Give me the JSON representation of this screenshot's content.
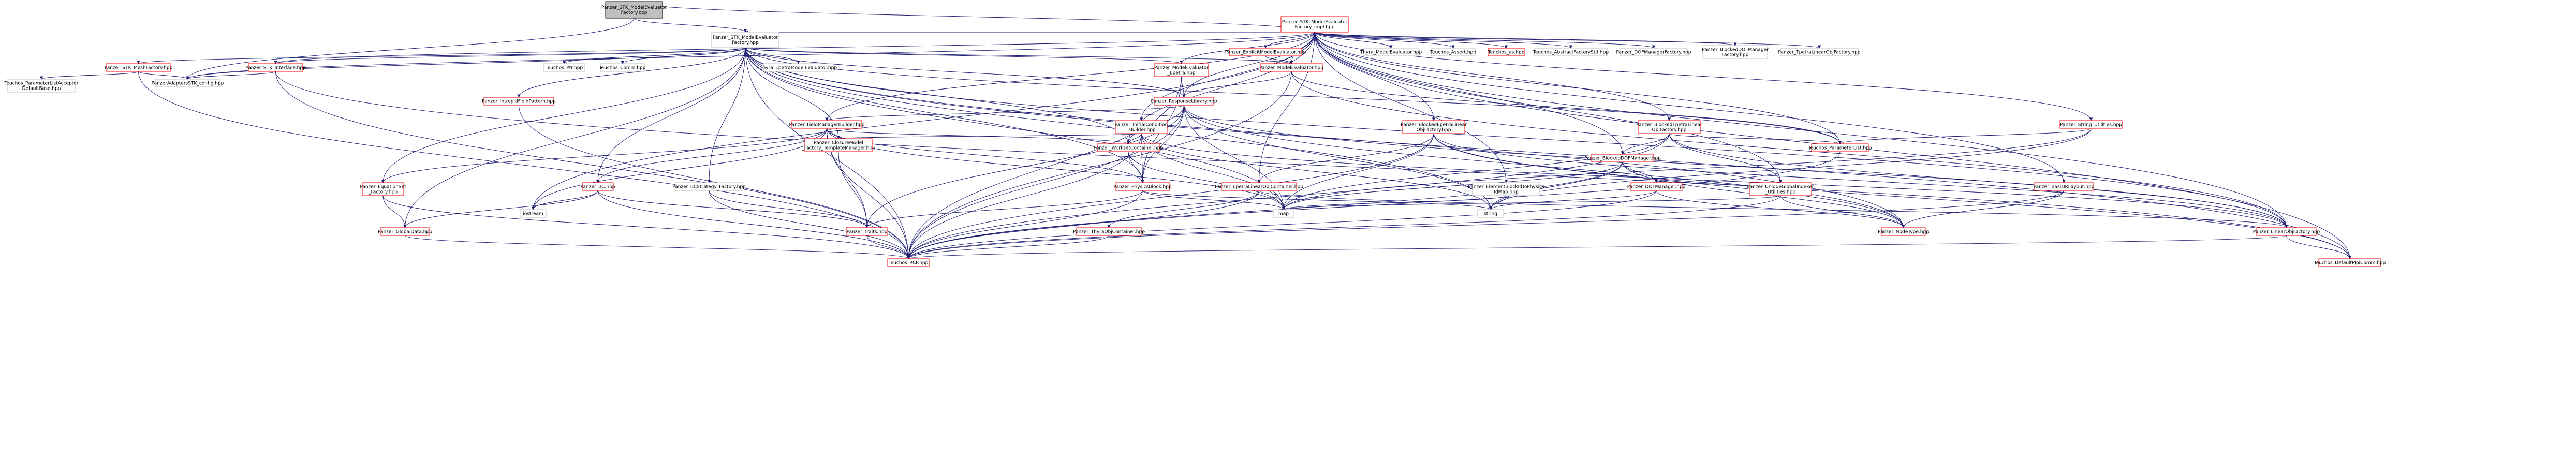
{
  "colors": {
    "edge": "#191970",
    "red_border": "#ff0000",
    "leaf_border": "#bfbfbf",
    "root_fill": "#bfbfbf",
    "text": "#000000"
  },
  "nodes": [
    {
      "id": "root",
      "lines": [
        "Panzer_STK_ModelEvaluator",
        "Factory.cpp"
      ],
      "kind": "root"
    },
    {
      "id": "impl",
      "lines": [
        "Panzer_STK_ModelEvaluator",
        "Factory_impl.hpp"
      ],
      "kind": "link"
    },
    {
      "id": "factory",
      "lines": [
        "Panzer_STK_ModelEvaluator",
        "Factory.hpp"
      ],
      "kind": "leaf"
    },
    {
      "id": "expl",
      "lines": [
        "Panzer_ExplicitModelEvaluator.hpp"
      ],
      "kind": "link"
    },
    {
      "id": "thyra_me",
      "lines": [
        "Thyra_ModelEvaluator.hpp"
      ],
      "kind": "leaf"
    },
    {
      "id": "assert",
      "lines": [
        "Teuchos_Assert.hpp"
      ],
      "kind": "leaf"
    },
    {
      "id": "as",
      "lines": [
        "Teuchos_as.hpp"
      ],
      "kind": "link"
    },
    {
      "id": "absfac",
      "lines": [
        "Teuchos_AbstractFactoryStd.hpp"
      ],
      "kind": "leaf"
    },
    {
      "id": "dofmf",
      "lines": [
        "Panzer_DOFManagerFactory.hpp"
      ],
      "kind": "leaf"
    },
    {
      "id": "bdofmf",
      "lines": [
        "Panzer_BlockedDOFManager",
        "Factory.hpp"
      ],
      "kind": "leaf"
    },
    {
      "id": "tplof",
      "lines": [
        "Panzer_TpetraLinearObjFactory.hpp"
      ],
      "kind": "leaf"
    },
    {
      "id": "meshfac",
      "lines": [
        "Panzer_STK_MeshFactory.hpp"
      ],
      "kind": "link"
    },
    {
      "id": "stki",
      "lines": [
        "Panzer_STK_Interface.hpp"
      ],
      "kind": "link"
    },
    {
      "id": "pl",
      "lines": [
        "Teuchos_Ptr.hpp"
      ],
      "kind": "leaf"
    },
    {
      "id": "comm",
      "lines": [
        "Teuchos_Comm.hpp"
      ],
      "kind": "leaf"
    },
    {
      "id": "thepetra",
      "lines": [
        "Thyra_EpetraModelEvaluator.hpp"
      ],
      "kind": "leaf"
    },
    {
      "id": "me",
      "lines": [
        "Panzer_ModelEvaluator.hpp"
      ],
      "kind": "link"
    },
    {
      "id": "mee",
      "lines": [
        "Panzer_ModelEvaluator",
        "_Epetra.hpp"
      ],
      "kind": "link"
    },
    {
      "id": "plad",
      "lines": [
        "Teuchos_ParameterListAcceptor",
        "DefaultBase.hpp"
      ],
      "kind": "leaf"
    },
    {
      "id": "stkcfg",
      "lines": [
        "PanzerAdaptersSTK_config.hpp"
      ],
      "kind": "leaf"
    },
    {
      "id": "ifp",
      "lines": [
        "Panzer_IntrepidFieldPattern.hpp"
      ],
      "kind": "link"
    },
    {
      "id": "rlib",
      "lines": [
        "Panzer_ResponseLibrary.hpp"
      ],
      "kind": "link"
    },
    {
      "id": "fmb",
      "lines": [
        "Panzer_FieldManagerBuilder.hpp"
      ],
      "kind": "link"
    },
    {
      "id": "icb",
      "lines": [
        "Panzer_InitialCondition",
        "_Builder.hpp"
      ],
      "kind": "link"
    },
    {
      "id": "belof",
      "lines": [
        "Panzer_BlockedEpetraLinear",
        "ObjFactory.hpp"
      ],
      "kind": "link"
    },
    {
      "id": "btlof",
      "lines": [
        "Panzer_BlockedTpetraLinear",
        "ObjFactory.hpp"
      ],
      "kind": "link"
    },
    {
      "id": "sutil",
      "lines": [
        "Panzer_String_Utilities.hpp"
      ],
      "kind": "link"
    },
    {
      "id": "cmftm",
      "lines": [
        "Panzer_ClosureModel",
        "_Factory_TemplateManager.hpp"
      ],
      "kind": "link"
    },
    {
      "id": "wsc",
      "lines": [
        "Panzer_WorksetContainer.hpp"
      ],
      "kind": "link"
    },
    {
      "id": "plist",
      "lines": [
        "Teuchos_ParameterList.hpp"
      ],
      "kind": "link"
    },
    {
      "id": "bdofm",
      "lines": [
        "Panzer_BlockedDOFManager.hpp"
      ],
      "kind": "link"
    },
    {
      "id": "esf",
      "lines": [
        "Panzer_EquationSet",
        "_Factory.hpp"
      ],
      "kind": "link"
    },
    {
      "id": "bc",
      "lines": [
        "Panzer_BC.hpp"
      ],
      "kind": "link"
    },
    {
      "id": "bcsf",
      "lines": [
        "Panzer_BCStrategy_Factory.hpp"
      ],
      "kind": "leaf"
    },
    {
      "id": "pblock",
      "lines": [
        "Panzer_PhysicsBlock.hpp"
      ],
      "kind": "link"
    },
    {
      "id": "eloc",
      "lines": [
        "Panzer_EpetraLinearObjContainer.hpp"
      ],
      "kind": "link"
    },
    {
      "id": "ebtp",
      "lines": [
        "Panzer_ElementBlockIdToPhysics",
        "IdMap.hpp"
      ],
      "kind": "leaf"
    },
    {
      "id": "dofm",
      "lines": [
        "Panzer_DOFManager.hpp"
      ],
      "kind": "link"
    },
    {
      "id": "ugiu",
      "lines": [
        "Panzer_UniqueGlobalIndexer",
        "_Utilities.hpp"
      ],
      "kind": "link"
    },
    {
      "id": "bil",
      "lines": [
        "Panzer_BasisIRLayout.hpp"
      ],
      "kind": "link"
    },
    {
      "id": "iostream",
      "lines": [
        "iostream"
      ],
      "kind": "leaf"
    },
    {
      "id": "gdata",
      "lines": [
        "Panzer_GlobalData.hpp"
      ],
      "kind": "link"
    },
    {
      "id": "traits",
      "lines": [
        "Panzer_Traits.hpp"
      ],
      "kind": "link"
    },
    {
      "id": "toc",
      "lines": [
        "Panzer_ThyraObjContainer.hpp"
      ],
      "kind": "link"
    },
    {
      "id": "map",
      "lines": [
        "map"
      ],
      "kind": "leaf"
    },
    {
      "id": "string",
      "lines": [
        "string"
      ],
      "kind": "leaf"
    },
    {
      "id": "ntype",
      "lines": [
        "Panzer_NodeType.hpp"
      ],
      "kind": "link"
    },
    {
      "id": "lof",
      "lines": [
        "Panzer_LinearObjFactory.hpp"
      ],
      "kind": "link"
    },
    {
      "id": "rcp",
      "lines": [
        "Teuchos_RCP.hpp"
      ],
      "kind": "link"
    },
    {
      "id": "dmc",
      "lines": [
        "Teuchos_DefaultMpiComm.hpp"
      ],
      "kind": "link"
    }
  ]
}
